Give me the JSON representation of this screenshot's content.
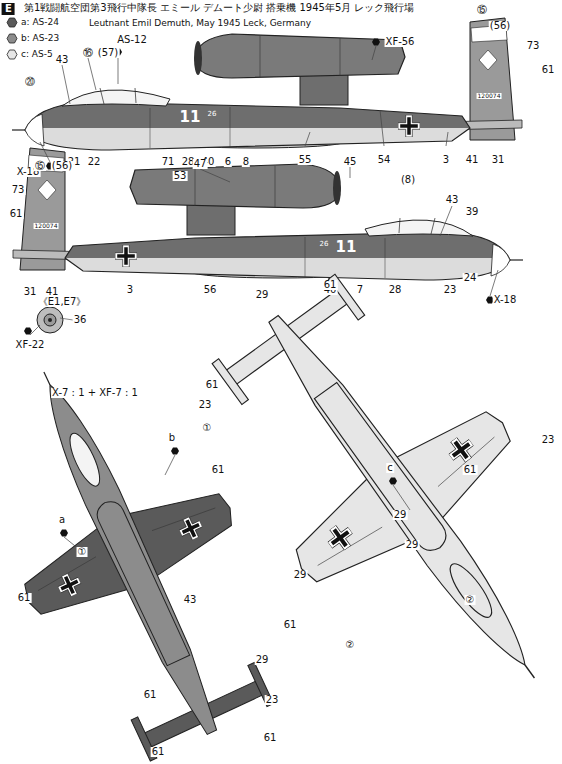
{
  "diagram": {
    "title": "第1戦闘航空団第3飛行中隊長 エミール デムート少尉 搭乗機 1945年5月 レック飛行場",
    "labels": [
      "E",
      "Leutnant Emil Demuth, May 1945 Leck, Germany",
      "AS-12",
      "⑯",
      "(57)",
      "43",
      "⑳",
      "XF-56",
      "⑮",
      "(56)",
      "73",
      "61",
      "120074",
      "41",
      "31",
      "3",
      "54",
      "55",
      "X-18",
      "21",
      "22",
      "71",
      "28",
      "40",
      "6",
      "8",
      "11",
      "26",
      "⑮",
      "(56)",
      "73",
      "61",
      "120074",
      "31",
      "41",
      "3",
      "56",
      "47",
      "53",
      "45",
      "(8)",
      "43",
      "39",
      "26",
      "11",
      "40",
      "7",
      "28",
      "23",
      "24",
      "X-18",
      "《E1,E7》",
      "36",
      "XF-22",
      "X-7 : 1 + XF-7 : 1",
      "b",
      "①",
      "a",
      "①",
      "61",
      "61",
      "43",
      "61",
      "29",
      "23",
      "61",
      "61",
      "29",
      "61",
      "61",
      "23",
      "c",
      "61",
      "23",
      "29",
      "29",
      "②",
      "29",
      "61",
      "②"
    ],
    "legend": [
      {
        "text": "a: AS-24",
        "color": "#5a5a5a"
      },
      {
        "text": "b: AS-23",
        "color": "#8c8c8c"
      },
      {
        "text": "c: AS-5",
        "color": "#e6e6e6"
      }
    ]
  }
}
